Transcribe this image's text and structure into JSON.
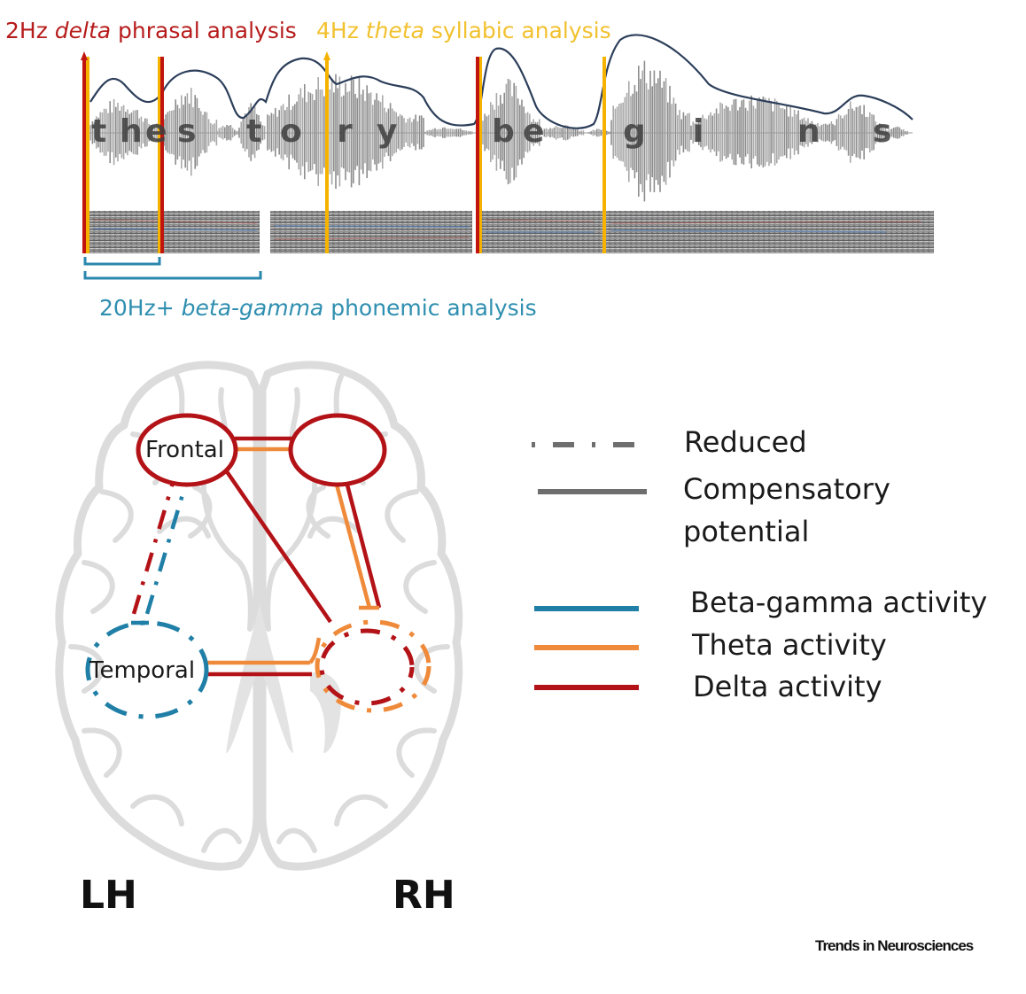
{
  "figure": {
    "credit": "Trends in Neurosciences"
  },
  "top_panel": {
    "delta_title": {
      "prefix": "2Hz ",
      "italic": "delta",
      "suffix": " phrasal analysis"
    },
    "theta_title": {
      "prefix": "4Hz ",
      "italic": "theta",
      "suffix": " syllabic analysis"
    },
    "beta_title": {
      "prefix": "20Hz+ ",
      "italic": "beta-gamma",
      "suffix": " phonemic analysis"
    },
    "utterance": "the story begins",
    "phonemes": [
      "t",
      "h",
      "e",
      "s",
      "t",
      "o",
      "r",
      "y",
      "b",
      "e",
      "g",
      "i",
      "n",
      "s"
    ],
    "markers": {
      "delta": [
        "phrase boundary 1",
        "phrase boundary 2",
        "phrase boundary 3"
      ],
      "theta": [
        "syllable 1",
        "syllable 2",
        "syllable 3",
        "syllable 4",
        "syllable 5"
      ]
    },
    "components": [
      "amplitude envelope",
      "speech waveform",
      "spectrogram"
    ]
  },
  "brain_panel": {
    "regions": {
      "left_frontal": "Frontal",
      "left_temporal": "Temporal",
      "right_frontal": "",
      "right_temporal": ""
    },
    "hemispheres": {
      "left": "LH",
      "right": "RH"
    },
    "connections": [
      {
        "from": "left_frontal",
        "to": "right_frontal",
        "bands": [
          "delta",
          "theta"
        ],
        "style": "compensatory"
      },
      {
        "from": "left_frontal",
        "to": "left_temporal",
        "bands": [
          "delta",
          "beta-gamma"
        ],
        "style": "reduced"
      },
      {
        "from": "left_frontal",
        "to": "right_temporal",
        "bands": [
          "delta"
        ],
        "style": "compensatory"
      },
      {
        "from": "right_frontal",
        "to": "right_temporal",
        "bands": [
          "theta",
          "delta"
        ],
        "style": "compensatory"
      },
      {
        "from": "left_temporal",
        "to": "right_temporal",
        "bands": [
          "theta",
          "delta"
        ],
        "style": "compensatory"
      }
    ],
    "region_styles": {
      "left_frontal": {
        "band": "delta",
        "style": "compensatory"
      },
      "right_frontal": {
        "band": "delta",
        "style": "compensatory"
      },
      "left_temporal": {
        "band": "beta-gamma",
        "style": "reduced"
      },
      "right_temporal": {
        "bands": [
          "delta",
          "theta"
        ],
        "style": "reduced"
      }
    }
  },
  "legend": {
    "line_styles": [
      {
        "label": "Reduced",
        "style": "dash-dot"
      },
      {
        "label_line1": "Compensatory",
        "label_line2": "potential",
        "style": "solid"
      }
    ],
    "bands": [
      {
        "label": "Beta-gamma activity",
        "color": "#1f7fa6"
      },
      {
        "label": "Theta activity",
        "color": "#ef8a3a"
      },
      {
        "label": "Delta activity",
        "color": "#b31217"
      }
    ]
  },
  "colors": {
    "delta": "#b31217",
    "theta": "#f2b51c",
    "theta_brain": "#ef8a3a",
    "beta_gamma": "#1f7fa6",
    "envelope": "#2c3e5a",
    "waveform": "#8c8c8c",
    "legend_gray": "#6e6e6e"
  }
}
